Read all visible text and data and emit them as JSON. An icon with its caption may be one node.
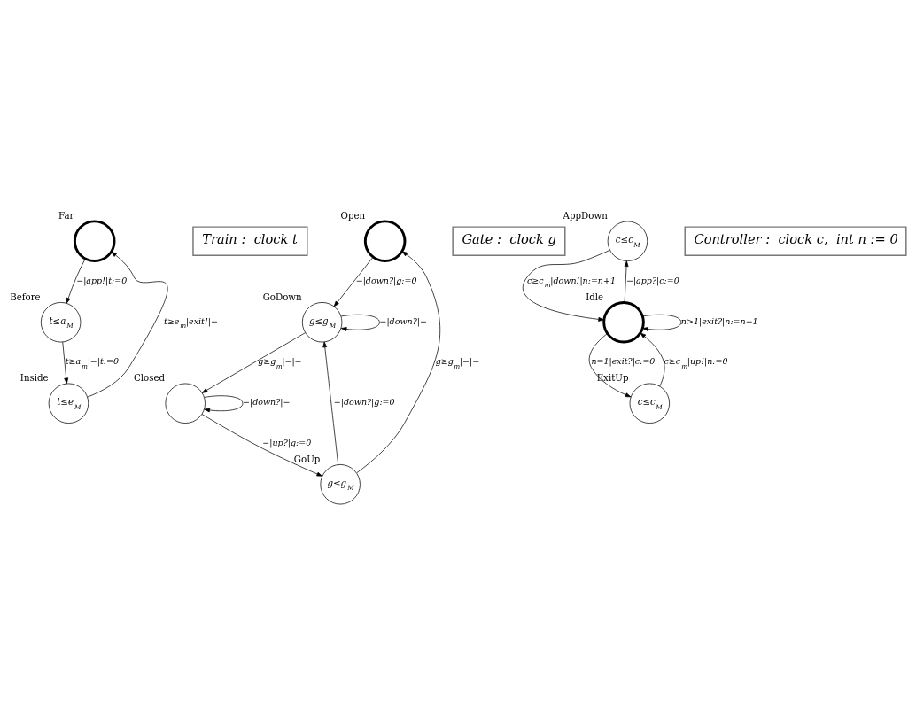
{
  "diagram": {
    "nodes": [
      {
        "text": [],
        "shape": "circle",
        "beside": [
          "Far"
        ]
      },
      {
        "text": [
          "t≤a$_{M}$"
        ],
        "beside": [
          "Before"
        ]
      },
      {
        "text": [
          "t≤e$_{M}$"
        ],
        "beside": [
          "Inside"
        ]
      },
      {
        "text": [
          "Train :  clock t"
        ]
      },
      {
        "text": [],
        "shape": "circle",
        "beside": [
          "Open"
        ]
      },
      {
        "text": [
          "g≤g$_{M}$"
        ],
        "beside": [
          "GoDown"
        ]
      },
      {
        "text": [
          "g≤g$_{M}$"
        ],
        "beside": [
          "GoUp"
        ]
      },
      {
        "text": [],
        "shape": "circle",
        "beside": [
          "Closed"
        ]
      },
      {
        "text": [
          "Gate :  clock g"
        ]
      },
      {
        "text": [
          "c≤c$_{M}$"
        ],
        "beside": [
          "AppDown"
        ]
      },
      {
        "text": [],
        "shape": "circle",
        "beside": [
          "Idle"
        ]
      },
      {
        "text": [
          "c≤c$_{M}$"
        ],
        "beside": [
          "ExitUp"
        ]
      },
      {
        "text": [
          "Controller :  clock c,  int n := 0"
        ]
      }
    ],
    "edges": [
      {
        "from": 0,
        "to": 1,
        "arrow": "to",
        "label": "−|app!|t:=0"
      },
      {
        "from": 1,
        "to": 2,
        "arrow": "to",
        "label": "t≥a$_{m}$|−|t:=0"
      },
      {
        "from": 2,
        "to": 0,
        "arrow": "to",
        "label": "t≥e$_{m}$|exit!|−"
      },
      {
        "from": 4,
        "to": 5,
        "arrow": "to",
        "label": "−|down?|g:=0"
      },
      {
        "from": 5,
        "to": 5,
        "arrow": "to",
        "label": "−|down?|−"
      },
      {
        "from": 5,
        "to": 7,
        "arrow": "to",
        "label": "g≥g$_{m}$|−|−"
      },
      {
        "from": 7,
        "to": 7,
        "arrow": "to",
        "label": "−|down?|−"
      },
      {
        "from": 7,
        "to": 6,
        "arrow": "to",
        "label": "−|up?|g:=0"
      },
      {
        "from": 6,
        "to": 4,
        "arrow": "to",
        "label": "g≥g$_{m}$|−|−"
      },
      {
        "from": 6,
        "to": 5,
        "arrow": "to",
        "label": "−|down?|g:=0"
      },
      {
        "from": 10,
        "to": 9,
        "arrow": "to",
        "label": "−|app?|c:=0"
      },
      {
        "from": 9,
        "to": 10,
        "arrow": "to",
        "label": "c≥c$_{m}$|down!|n:=n+1"
      },
      {
        "from": 10,
        "to": 11,
        "arrow": "to",
        "label": "n=1|exit?|c:=0"
      },
      {
        "from": 11,
        "to": 10,
        "arrow": "to",
        "label": "c≥c$_{m}$|up!|n:=0"
      },
      {
        "from": 10,
        "to": 10,
        "arrow": "to",
        "label": "n>1|exit?|n:=n−1"
      }
    ]
  }
}
